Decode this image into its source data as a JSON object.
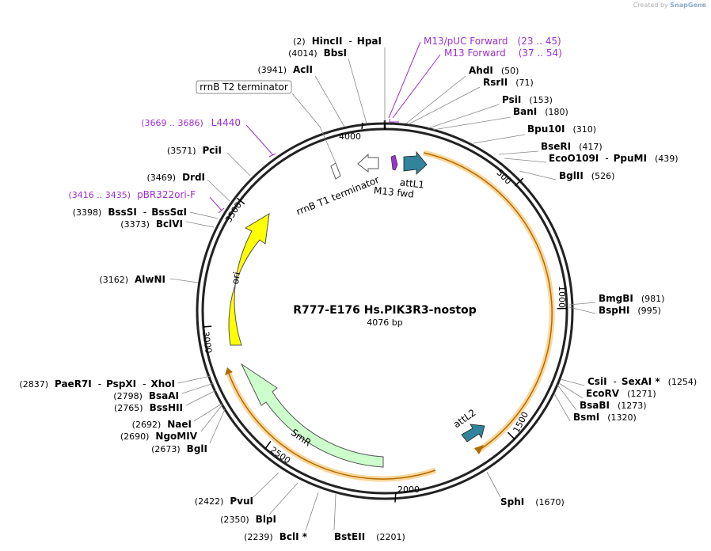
{
  "credit": {
    "prefix": "Created by",
    "brand": "SnapGene"
  },
  "plasmid": {
    "name": "R777-E176 Hs.PIK3R3-nostop",
    "size_label": "4076 bp",
    "length": 4076
  },
  "ticks": [
    "500",
    "1000",
    "1500",
    "2000",
    "2500",
    "3000",
    "3500",
    "4000"
  ],
  "terminator_box": "rrnB T2 terminator",
  "features": {
    "attL1": "attL1",
    "attL2": "attL2",
    "m13fwd": "M13 fwd",
    "ori": "ori",
    "smr": "SmR",
    "rrnb_t1": "rrnB T1 terminator"
  },
  "primers": [
    {
      "name": "M13/pUC Forward",
      "pos": "(23 .. 45)"
    },
    {
      "name": "M13 Forward",
      "pos": "(37 .. 54)"
    },
    {
      "name": "L4440",
      "pos": "(3669 .. 3686)"
    },
    {
      "name": "pBR322ori-F",
      "pos": "(3416 .. 3435)"
    }
  ],
  "enzymes": [
    {
      "pos": "(2)",
      "name": "HincII",
      "name2": "HpaI"
    },
    {
      "pos": "(4014)",
      "name": "BbsI"
    },
    {
      "pos": "(3941)",
      "name": "AclI"
    },
    {
      "name": "AhdI",
      "pos": "(50)"
    },
    {
      "name": "RsrII",
      "pos": "(71)"
    },
    {
      "name": "PsiI",
      "pos": "(153)"
    },
    {
      "name": "BanI",
      "pos": "(180)"
    },
    {
      "name": "Bpu10I",
      "pos": "(310)"
    },
    {
      "name": "BseRI",
      "pos": "(417)"
    },
    {
      "name": "EcoO109I",
      "name2": "PpuMI",
      "pos": "(439)"
    },
    {
      "name": "BglII",
      "pos": "(526)"
    },
    {
      "name": "BmgBI",
      "pos": "(981)"
    },
    {
      "name": "BspHI",
      "pos": "(995)"
    },
    {
      "name": "CsiI",
      "name2": "SexAI *",
      "pos": "(1254)"
    },
    {
      "name": "EcoRV",
      "pos": "(1271)"
    },
    {
      "name": "BsaBI",
      "pos": "(1273)"
    },
    {
      "name": "BsmI",
      "pos": "(1320)"
    },
    {
      "name": "SphI",
      "pos": "(1670)"
    },
    {
      "name": "BstEII",
      "pos": "(2201)"
    },
    {
      "pos": "(2239)",
      "name": "BclI *"
    },
    {
      "pos": "(2350)",
      "name": "BlpI"
    },
    {
      "pos": "(2422)",
      "name": "PvuI"
    },
    {
      "pos": "(2673)",
      "name": "BglI"
    },
    {
      "pos": "(2690)",
      "name": "NgoMIV"
    },
    {
      "pos": "(2692)",
      "name": "NaeI"
    },
    {
      "pos": "(2765)",
      "name": "BssHII"
    },
    {
      "pos": "(2798)",
      "name": "BsaAI"
    },
    {
      "pos": "(2837)",
      "name": "PaeR7I",
      "name2": "PspXI",
      "name3": "XhoI"
    },
    {
      "pos": "(3162)",
      "name": "AlwNI"
    },
    {
      "pos": "(3373)",
      "name": "BclVI"
    },
    {
      "pos": "(3398)",
      "name": "BssSI",
      "name2": "BssSαI"
    },
    {
      "pos": "(3469)",
      "name": "DrdI"
    },
    {
      "pos": "(3571)",
      "name": "PciI"
    }
  ],
  "colors": {
    "ori": "#ffff00",
    "smr": "#ccffcc",
    "att": "#31849b",
    "orf": "#f5a623",
    "primer": "#9b30d0",
    "m13fwd": "#9933cc"
  }
}
